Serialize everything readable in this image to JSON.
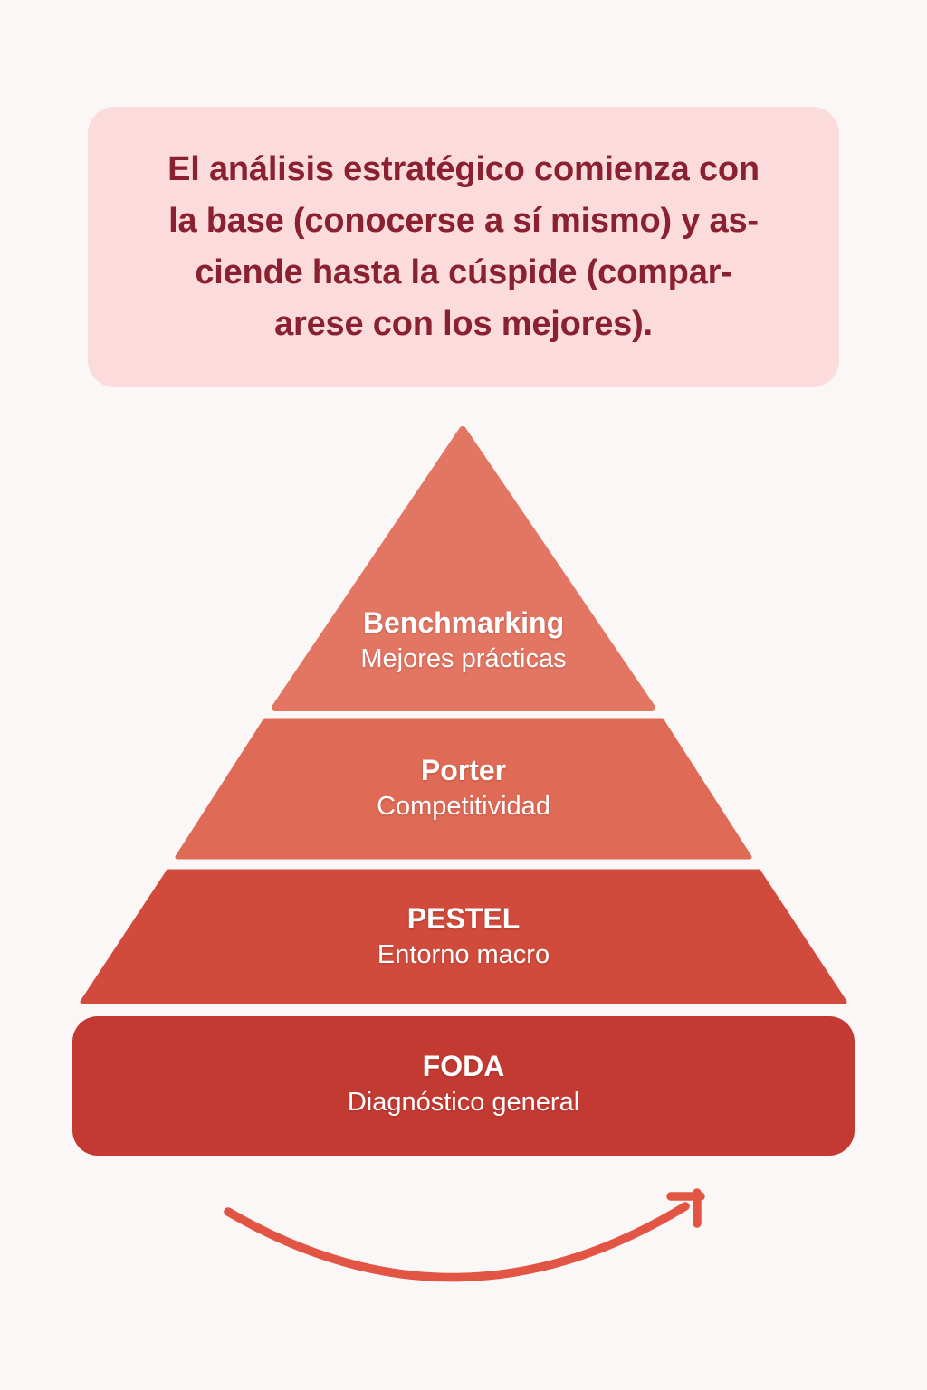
{
  "page": {
    "background": "#FAF7F6"
  },
  "header": {
    "lines": [
      "El análisis estratégico comienza con",
      "la base (conocerse a sí mismo) y as-",
      "ciende hasta la cúspide (compar-",
      "arese con los mejores)."
    ],
    "background": "#FBDBDB",
    "text_color": "#8A2130"
  },
  "pyramid": {
    "text_color": "#FFFFFF",
    "levels": [
      {
        "title": "Benchmarking",
        "subtitle": "Mejores prácticas",
        "color": "#E27663"
      },
      {
        "title": "Porter",
        "subtitle": "Competitividad",
        "color": "#DF6A55"
      },
      {
        "title": "PESTEL",
        "subtitle": "Entorno macro",
        "color": "#D14B3C"
      },
      {
        "title": "FODA",
        "subtitle": "Diagnóstico general",
        "color": "#C33A32"
      }
    ]
  },
  "arrow": {
    "color": "#E25544",
    "direction": "up-right"
  }
}
